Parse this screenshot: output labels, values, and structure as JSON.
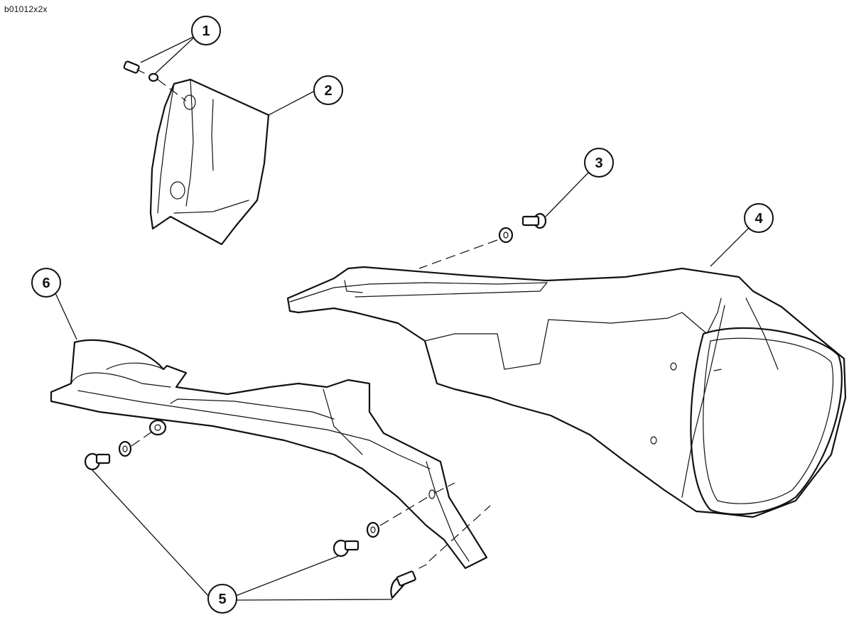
{
  "reference_code": "b01012x2x",
  "callouts": [
    {
      "id": "1",
      "label": "1"
    },
    {
      "id": "2",
      "label": "2"
    },
    {
      "id": "3",
      "label": "3"
    },
    {
      "id": "4",
      "label": "4"
    },
    {
      "id": "5",
      "label": "5"
    },
    {
      "id": "6",
      "label": "6"
    }
  ],
  "colors": {
    "line": "#111111",
    "background": "#ffffff"
  }
}
